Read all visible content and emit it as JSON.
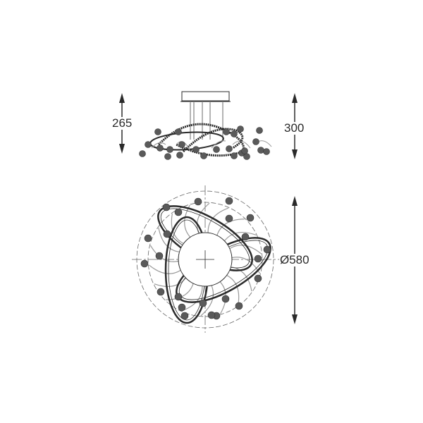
{
  "dimensions": {
    "height_min": "265",
    "height_max": "300",
    "diameter": "Ø580"
  },
  "colors": {
    "line": "#2a2a2a",
    "ball": "#5a5a5a",
    "wire": "#9a9a9a"
  }
}
